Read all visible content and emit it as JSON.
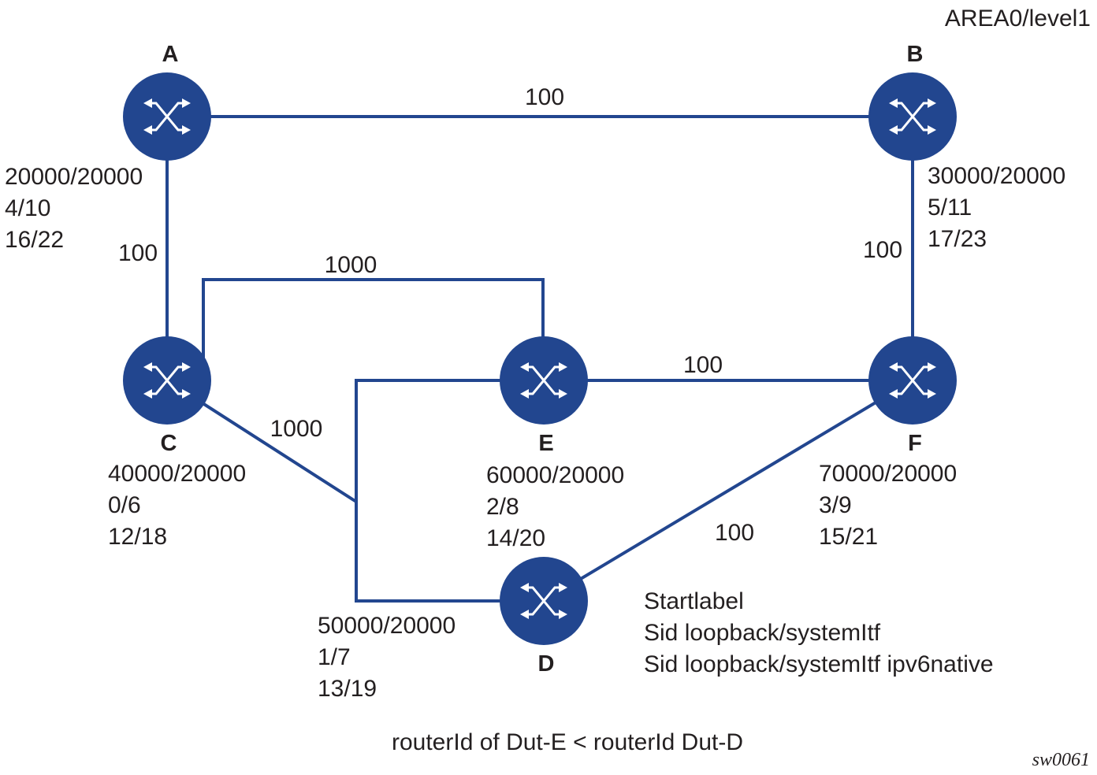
{
  "title": "AREA0/level1",
  "figure_id": "sw0061",
  "footnote": "routerId of Dut-E < routerId Dut-D",
  "legend": {
    "lines": [
      "Startlabel",
      "Sid loopback/systemItf",
      "Sid loopback/systemItf ipv6native"
    ]
  },
  "colors": {
    "node": "#22468f",
    "link": "#22468f",
    "text": "#231f20"
  },
  "nodes": [
    {
      "id": "A",
      "label": "A",
      "info": [
        "20000/20000",
        "4/10",
        "16/22"
      ]
    },
    {
      "id": "B",
      "label": "B",
      "info": [
        "30000/20000",
        "5/11",
        "17/23"
      ]
    },
    {
      "id": "C",
      "label": "C",
      "info": [
        "40000/20000",
        "0/6",
        "12/18"
      ]
    },
    {
      "id": "E",
      "label": "E",
      "info": [
        "60000/20000",
        "2/8",
        "14/20"
      ]
    },
    {
      "id": "F",
      "label": "F",
      "info": [
        "70000/20000",
        "3/9",
        "15/21"
      ]
    },
    {
      "id": "D",
      "label": "D",
      "info": [
        "50000/20000",
        "1/7",
        "13/19"
      ]
    }
  ],
  "links": [
    {
      "id": "A-B",
      "from": "A",
      "to": "B",
      "metric": "100"
    },
    {
      "id": "A-C",
      "from": "A",
      "to": "C",
      "metric": "100"
    },
    {
      "id": "B-F",
      "from": "B",
      "to": "F",
      "metric": "100"
    },
    {
      "id": "C-E",
      "from": "C",
      "to": "E",
      "metric": "1000"
    },
    {
      "id": "E-F",
      "from": "E",
      "to": "F",
      "metric": "100"
    },
    {
      "id": "C-D",
      "from": "C",
      "to": "D",
      "metric": "1000"
    },
    {
      "id": "E-D",
      "from": "E",
      "to": "D",
      "metric": ""
    },
    {
      "id": "F-D",
      "from": "F",
      "to": "D",
      "metric": "100"
    }
  ]
}
